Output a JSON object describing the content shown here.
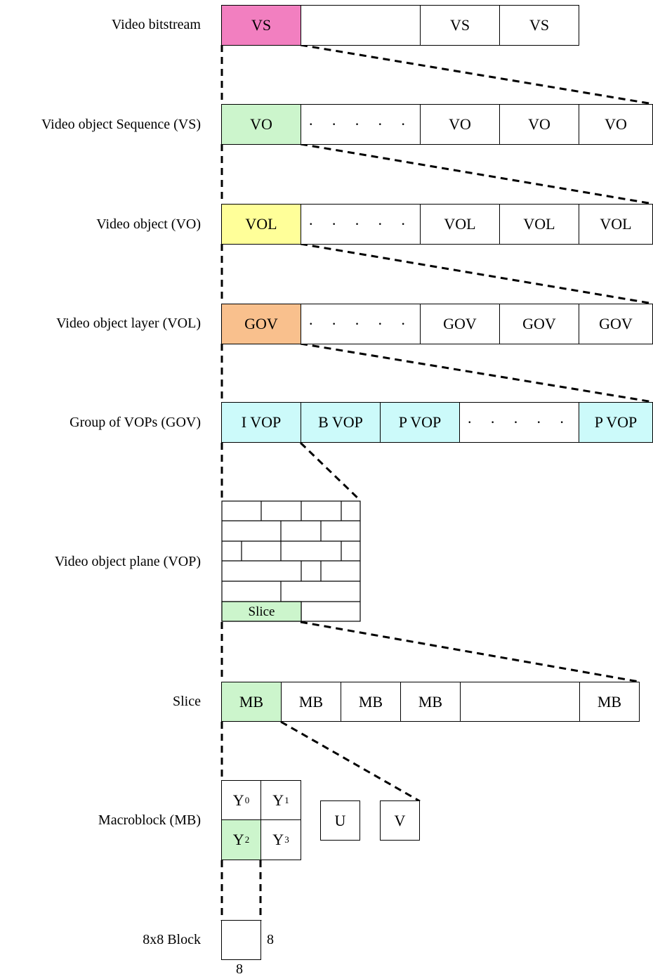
{
  "levels": [
    {
      "label": "Video bitstream",
      "cells": [
        "VS",
        "",
        "VS",
        "VS"
      ]
    },
    {
      "label": "Video object Sequence (VS)",
      "cells": [
        "VO",
        "· · · · ·",
        "VO",
        "VO",
        "VO"
      ]
    },
    {
      "label": "Video object (VO)",
      "cells": [
        "VOL",
        "· · · · ·",
        "VOL",
        "VOL",
        "VOL"
      ]
    },
    {
      "label": "Video object layer (VOL)",
      "cells": [
        "GOV",
        "· · · · ·",
        "GOV",
        "GOV",
        "GOV"
      ]
    },
    {
      "label": "Group of VOPs (GOV)",
      "cells": [
        "I VOP",
        "B VOP",
        "P VOP",
        "· · · · ·",
        "P VOP"
      ]
    },
    {
      "label": "Video object plane (VOP)",
      "slice_label": "Slice"
    },
    {
      "label": "Slice",
      "cells": [
        "MB",
        "MB",
        "MB",
        "MB",
        "",
        "MB"
      ]
    },
    {
      "label": "Macroblock (MB)",
      "luma": [
        [
          "Y",
          "0"
        ],
        [
          "Y",
          "1"
        ],
        [
          "Y",
          "2"
        ],
        [
          "Y",
          "3"
        ]
      ],
      "chroma": [
        "U",
        "V"
      ]
    },
    {
      "label": "8x8 Block",
      "block_w": "8",
      "block_h": "8"
    }
  ],
  "colors": {
    "vs": "#f27fc0",
    "vo": "#ccf5cc",
    "vol": "#ffff99",
    "gov": "#f9c08d",
    "vop": "#ccfafa",
    "highlight": "#ccf5cc",
    "line": "#000000"
  }
}
